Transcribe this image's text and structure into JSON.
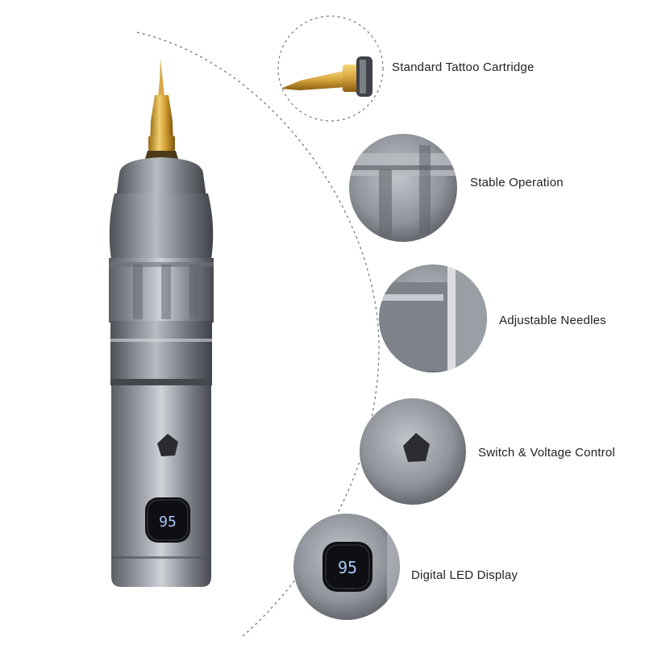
{
  "product": {
    "display_digits": "95"
  },
  "features": [
    {
      "label": "Standard Tattoo Cartridge"
    },
    {
      "label": "Stable Operation"
    },
    {
      "label": "Adjustable Needles"
    },
    {
      "label": "Switch & Voltage Control"
    },
    {
      "label": "Digital LED Display"
    }
  ],
  "colors": {
    "metal_dark": "#5a5d63",
    "metal_mid": "#8b8f96",
    "metal_light": "#c9ccd1",
    "needle_gold": "#d4a437",
    "led_blue": "#a8c8ff",
    "label_text": "#222222"
  }
}
